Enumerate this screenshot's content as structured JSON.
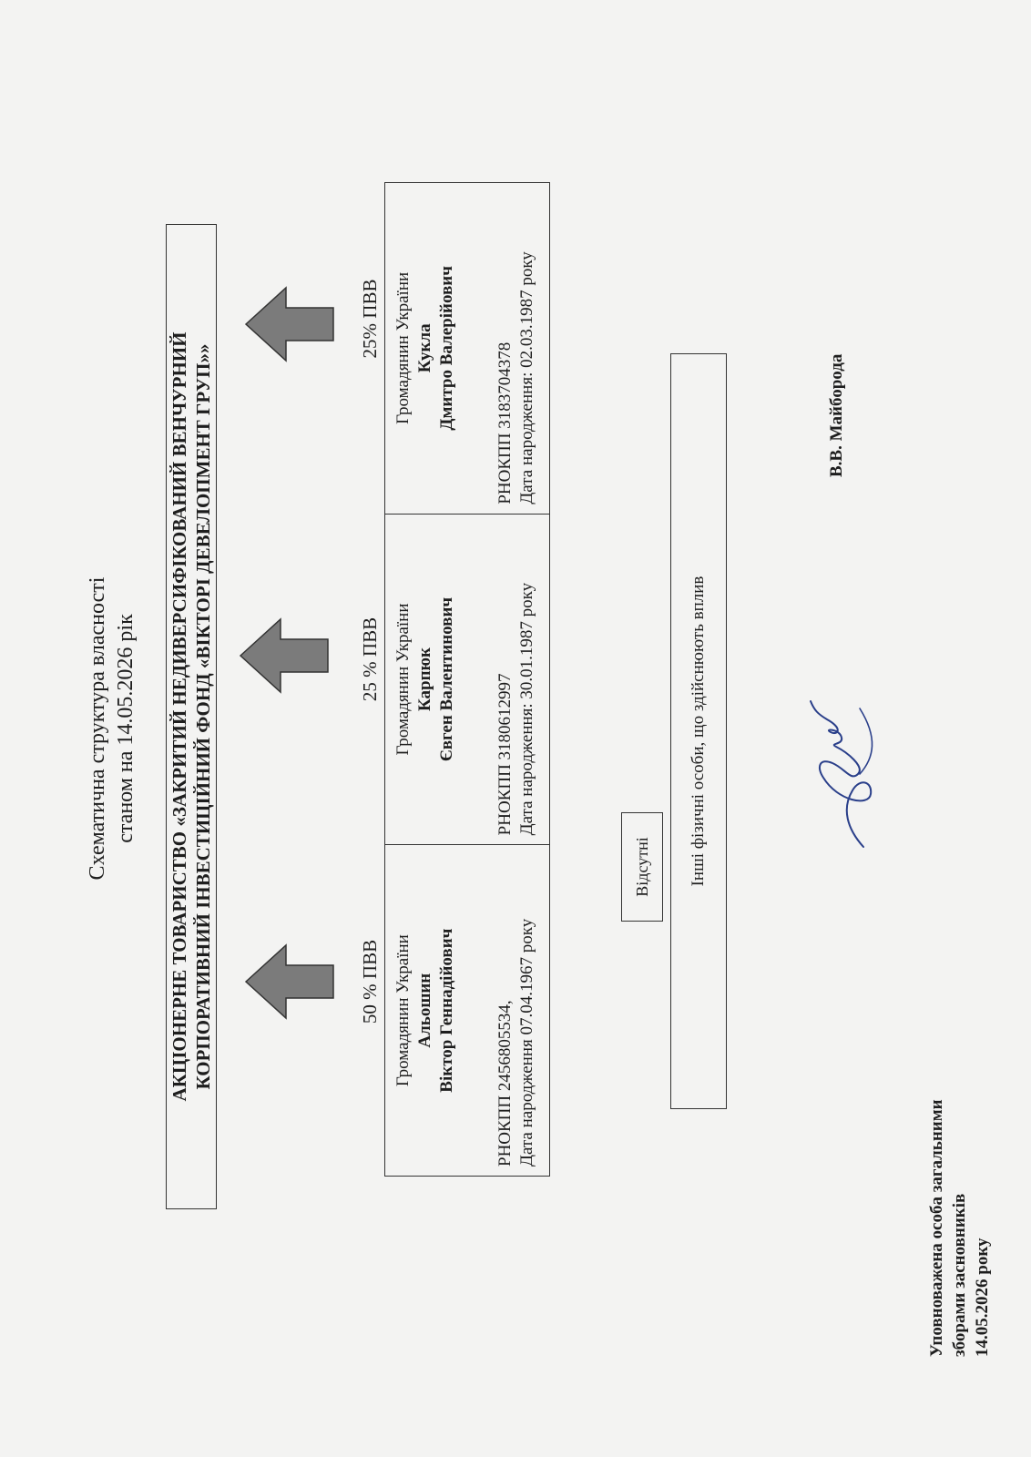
{
  "document": {
    "title_line1": "Схематична структура власності",
    "title_line2": "станом на 14.05.2026 рік",
    "company_line1": "АКЦІОНЕРНЕ ТОВАРИСТВО «ЗАКРИТИЙ НЕДИВЕРСИФІКОВАНИЙ ВЕНЧУРНИЙ",
    "company_line2": "КОРПОРАТИВНИЙ ІНВЕСТИЦІЙНИЙ ФОНД «ВІКТОРІ ДЕВЕЛОПМЕНТ ГРУП»»",
    "owners": [
      {
        "share": "50 %  ПВВ",
        "citizen": "Громадянин України",
        "surname": "Альошин",
        "fullname": "Віктор Геннадійович",
        "rnokpp": "РНОКПП 2456805534,",
        "dob": "Дата народження 07.04.1967 року"
      },
      {
        "share": "25 % ПВВ",
        "citizen": "Громадянин України",
        "surname": "Карпюк",
        "fullname": "Євген Валентинович",
        "rnokpp": "РНОКПП 3180612997",
        "dob": "Дата народження: 30.01.1987 року"
      },
      {
        "share": "25% ПВВ",
        "citizen": "Громадянин України",
        "surname": "Кукла",
        "fullname": "Дмитро Валерійович",
        "rnokpp": "РНОКПП 3183704378",
        "dob": "Дата народження: 02.03.1987 року"
      }
    ],
    "absent_label": "Відсутні",
    "others_label": "Інші фізичні особи, що здійснюють вплив",
    "signatory_line1": "Уповноважена особа загальними",
    "signatory_line2": "зборами засновників",
    "signatory_line3": "14.05.2026 року",
    "signatory_name": "В.В. Майборода"
  },
  "colors": {
    "arrow_fill": "#7b7b7b",
    "signature_ink": "#2a3f8a",
    "paper": "#f3f3f2"
  },
  "icons": [
    "up-arrow-icon",
    "signature-mark"
  ]
}
